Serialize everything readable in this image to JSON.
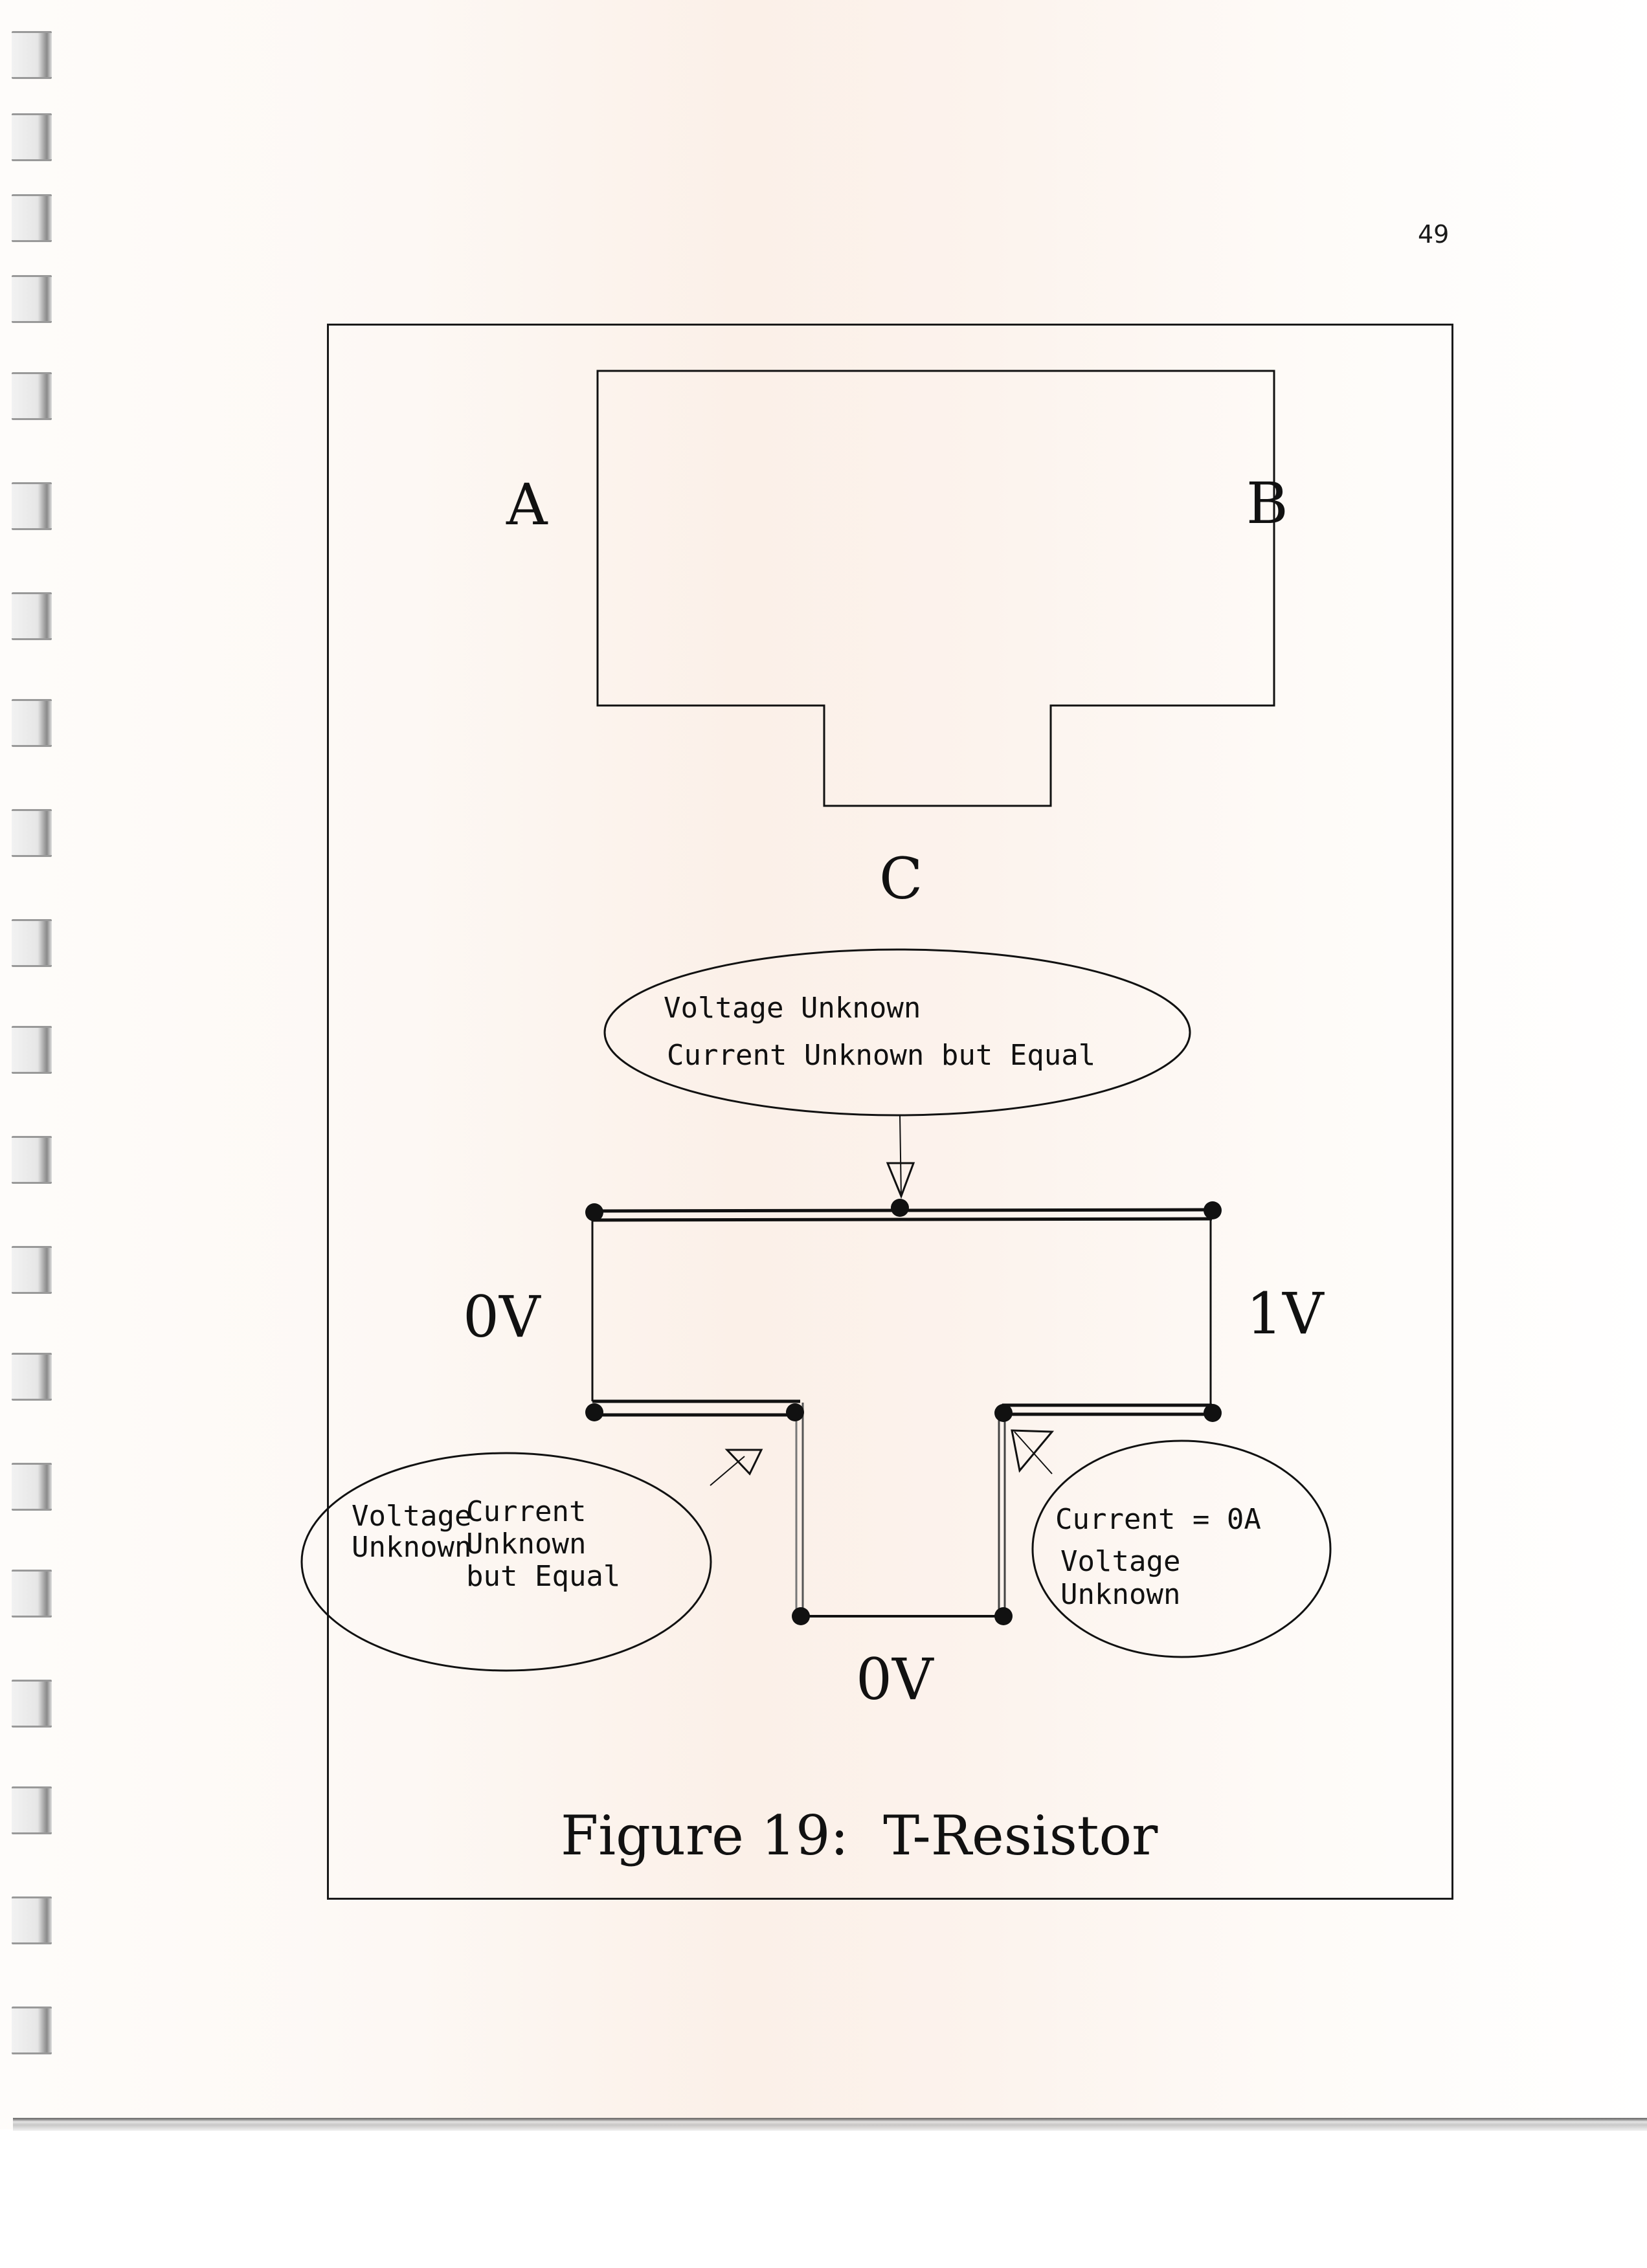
{
  "page": {
    "number": "49"
  },
  "figure": {
    "caption": "Figure 19:  T-Resistor",
    "shape_labels": {
      "terminal_a": "A",
      "terminal_b": "B",
      "terminal_c": "C"
    },
    "circuit_labels": {
      "left_voltage": "0V",
      "right_voltage": "1V",
      "bottom_voltage": "0V"
    },
    "callouts": {
      "top": {
        "lines": [
          "Voltage  Unknown",
          "Current  Unknown  but  Equal"
        ]
      },
      "bottom_left": {
        "col1": [
          "Voltage",
          "Unknown"
        ],
        "col2": [
          "Current",
          "Unknown",
          "but  Equal"
        ]
      },
      "bottom_right": {
        "lines": [
          "Current  =  0A",
          "Voltage",
          "Unknown"
        ]
      }
    }
  }
}
